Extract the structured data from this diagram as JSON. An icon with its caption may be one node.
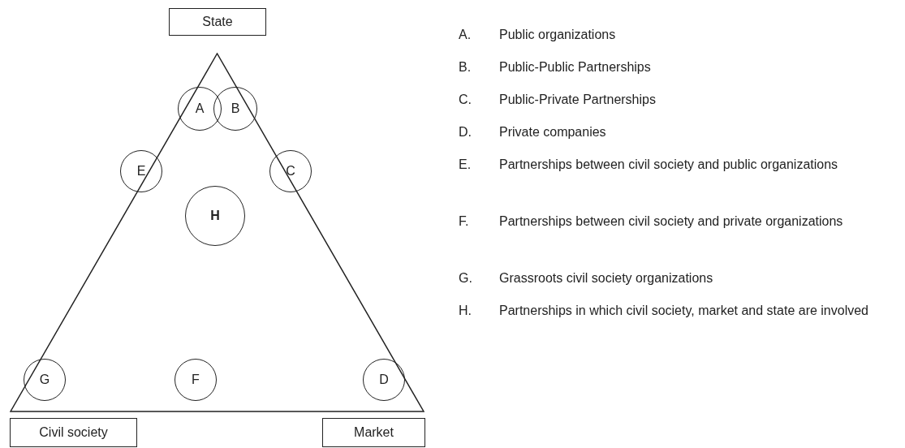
{
  "diagram": {
    "nodes": [
      {
        "text": [
          "State"
        ]
      },
      {
        "text": [],
        "shape": "triangle"
      },
      {
        "text": [
          "A"
        ],
        "in": 1
      },
      {
        "text": [
          "B"
        ],
        "in": 1
      },
      {
        "text": [
          "E"
        ],
        "in": 1
      },
      {
        "text": [
          "C"
        ],
        "in": 1
      },
      {
        "text": [
          "H"
        ],
        "in": 1
      },
      {
        "text": [
          "G"
        ],
        "in": 1
      },
      {
        "text": [
          "F"
        ],
        "in": 1
      },
      {
        "text": [
          "D"
        ],
        "in": 1
      },
      {
        "text": [
          "Civil society"
        ]
      },
      {
        "text": [
          "Market"
        ]
      }
    ],
    "edges": [],
    "labels": [
      "A.",
      "Public organizations",
      "B.",
      "Public-Public Partnerships",
      "C.",
      "Public-Private Partnerships",
      "D.",
      "Private companies",
      "E.",
      "Partnerships between civil society and public organizations",
      "F.",
      "Partnerships between civil society and private organizations",
      "G.",
      "Grassroots civil society organizations",
      "H.",
      "Partnerships in which civil society, market and state are involved"
    ]
  }
}
